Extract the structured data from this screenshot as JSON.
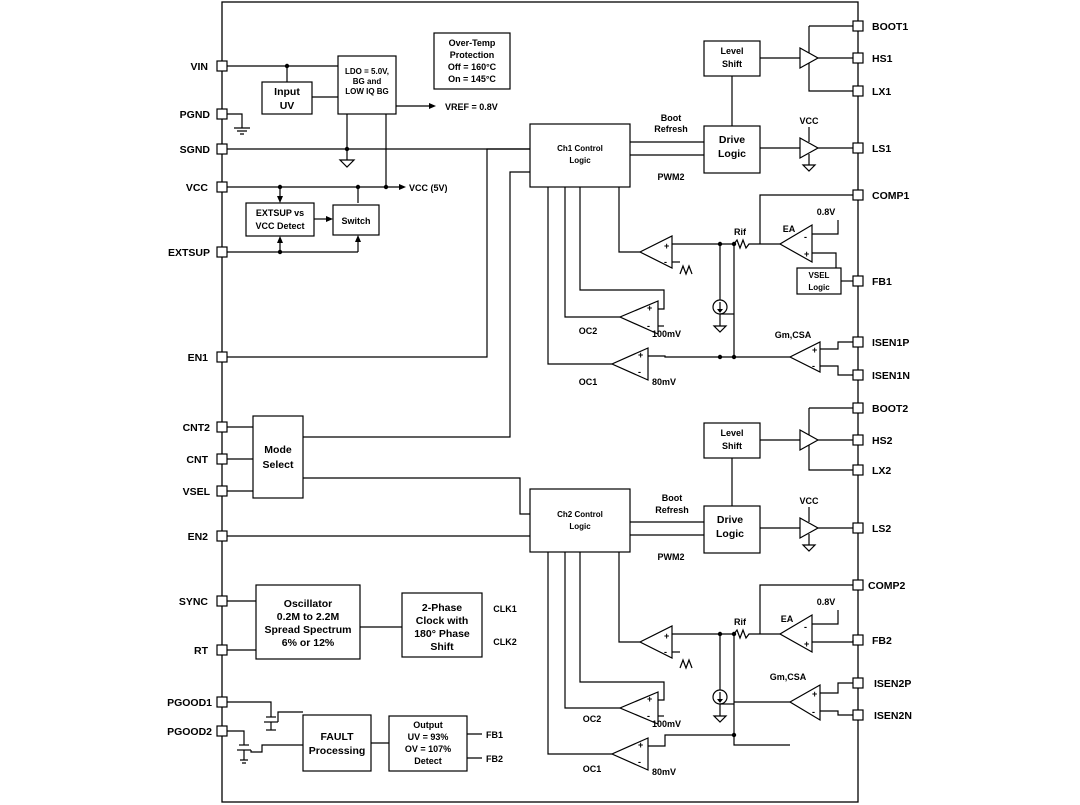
{
  "pins_left": {
    "vin": "VIN",
    "pgnd": "PGND",
    "sgnd": "SGND",
    "vcc": "VCC",
    "extsup": "EXTSUP",
    "en1": "EN1",
    "cnt2": "CNT2",
    "cnt": "CNT",
    "vsel": "VSEL",
    "en2": "EN2",
    "sync": "SYNC",
    "rt": "RT",
    "pgood1": "PGOOD1",
    "pgood2": "PGOOD2"
  },
  "pins_right": {
    "boot1": "BOOT1",
    "hs1": "HS1",
    "lx1": "LX1",
    "ls1": "LS1",
    "comp1": "COMP1",
    "fb1": "FB1",
    "isen1p": "ISEN1P",
    "isen1n": "ISEN1N",
    "boot2": "BOOT2",
    "hs2": "HS2",
    "lx2": "LX2",
    "ls2": "LS2",
    "comp2": "COMP2",
    "fb2": "FB2",
    "isen2p": "ISEN2P",
    "isen2n": "ISEN2N"
  },
  "blocks": {
    "input_uv": [
      "Input",
      "UV"
    ],
    "ldo": [
      "LDO = 5.0V,",
      "BG and",
      "LOW IQ BG"
    ],
    "overtemp": [
      "Over-Temp",
      "Protection",
      "Off = 160°C",
      "On = 145°C"
    ],
    "extsup_detect": [
      "EXTSUP vs",
      "VCC Detect"
    ],
    "switch": "Switch",
    "mode_select": [
      "Mode",
      "Select"
    ],
    "oscillator": [
      "Oscillator",
      "0.2M to 2.2M",
      "Spread Spectrum",
      "6% or 12%"
    ],
    "two_phase": [
      "2-Phase",
      "Clock with",
      "180° Phase",
      "Shift"
    ],
    "fault": [
      "FAULT",
      "Processing"
    ],
    "output_detect": [
      "Output",
      "UV = 93%",
      "OV = 107%",
      "Detect"
    ],
    "ch1_control": [
      "Ch1 Control",
      "Logic"
    ],
    "ch2_control": [
      "Ch2 Control",
      "Logic"
    ],
    "level_shift": [
      "Level",
      "Shift"
    ],
    "drive_logic": [
      "Drive",
      "Logic"
    ],
    "vsel_logic": [
      "VSEL",
      "Logic"
    ]
  },
  "labels": {
    "vref": "VREF = 0.8V",
    "vcc5v": "VCC (5V)",
    "boot_refresh": [
      "Boot",
      "Refresh"
    ],
    "pwm2": "PWM2",
    "vcc": "VCC",
    "ea": "EA",
    "v08": "0.8V",
    "rif": "Rif",
    "gm_csa": "Gm,CSA",
    "oc1": "OC1",
    "oc2": "OC2",
    "mv100": "100mV",
    "mv80": "80mV",
    "clk1": "CLK1",
    "clk2": "CLK2",
    "fb1": "FB1",
    "fb2": "FB2",
    "plus": "+",
    "minus": "-"
  }
}
